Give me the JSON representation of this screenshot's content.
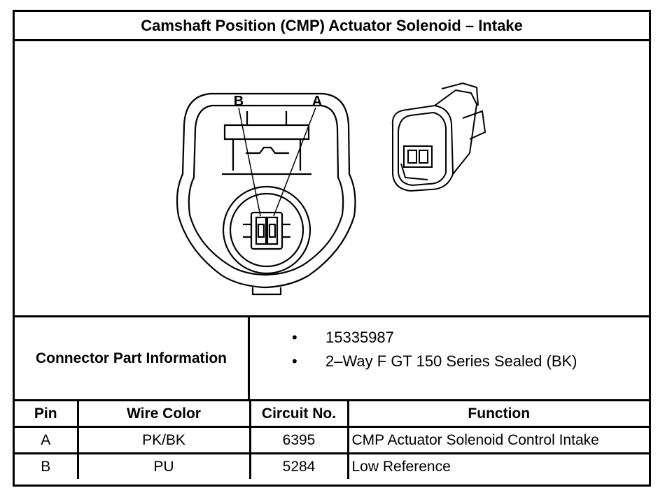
{
  "title": "Camshaft Position (CMP) Actuator Solenoid – Intake",
  "figure": {
    "pin_labels": [
      "B",
      "A"
    ]
  },
  "connector_info": {
    "label": "Connector Part Information",
    "items": [
      "15335987",
      "2–Way F GT 150 Series Sealed (BK)"
    ],
    "bullet": "•"
  },
  "pin_table": {
    "headers": [
      "Pin",
      "Wire Color",
      "Circuit No.",
      "Function"
    ],
    "rows": [
      {
        "pin": "A",
        "wire_color": "PK/BK",
        "circuit": "6395",
        "function": "CMP Actuator Solenoid Control Intake"
      },
      {
        "pin": "B",
        "wire_color": "PU",
        "circuit": "5284",
        "function": "Low Reference"
      }
    ]
  }
}
